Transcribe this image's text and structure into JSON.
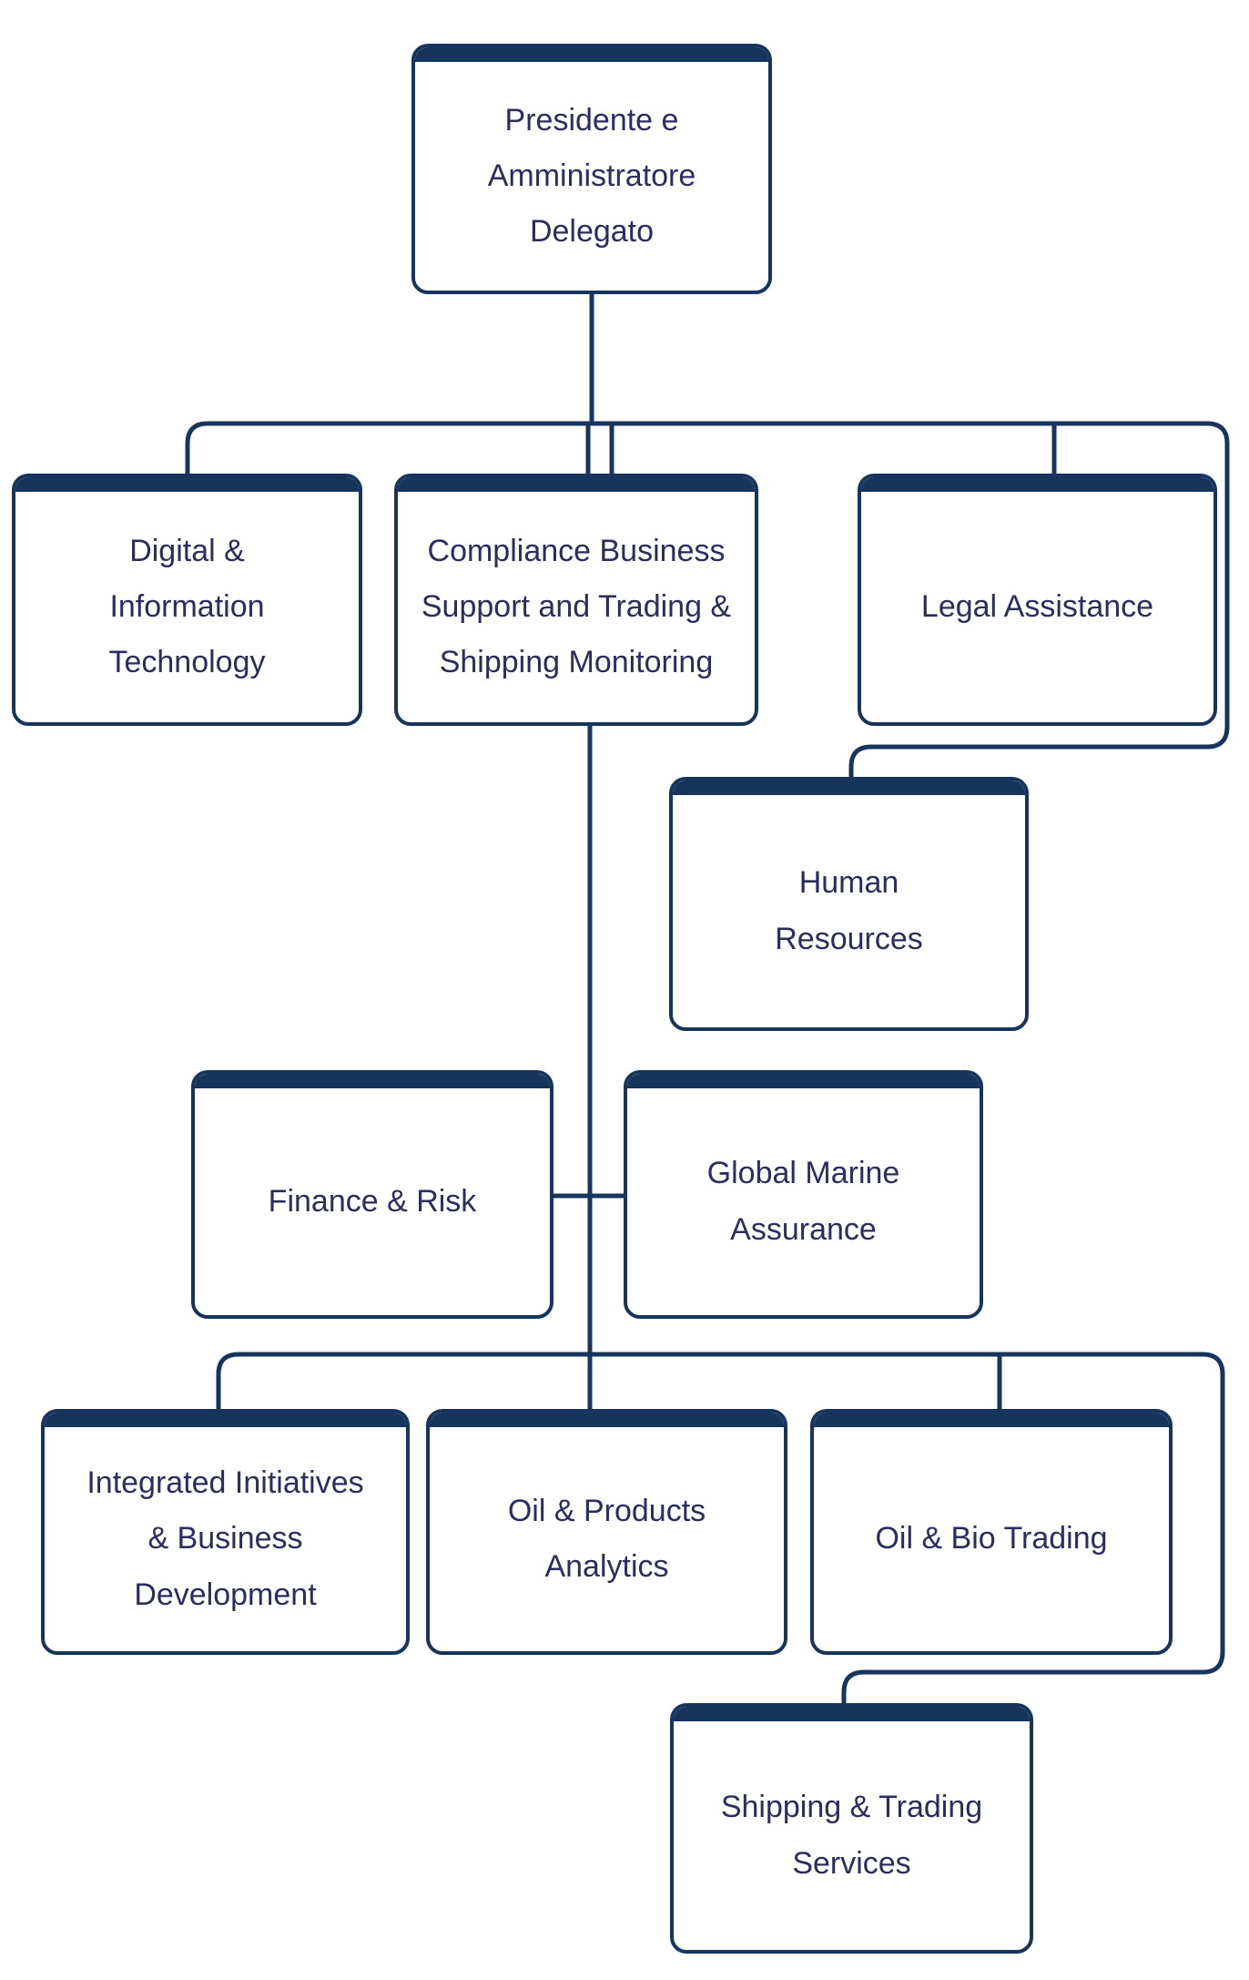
{
  "colors": {
    "line_navy": "#17355C",
    "header_bar_navy": "#17355C",
    "text_indigo": "#2A2D5E",
    "background": "#FFFFFF"
  },
  "org_chart": {
    "type": "org-chart",
    "nodes": [
      {
        "id": "presidente",
        "label": "Presidente e\nAmministratore\nDelegato"
      },
      {
        "id": "digital-information-technology",
        "label": "Digital &\nInformation\nTechnology"
      },
      {
        "id": "compliance-business-support",
        "label": "Compliance Business\nSupport and Trading &\nShipping Monitoring"
      },
      {
        "id": "legal-assistance",
        "label": "Legal Assistance"
      },
      {
        "id": "human-resources",
        "label": "Human\nResources"
      },
      {
        "id": "finance-risk",
        "label": "Finance & Risk"
      },
      {
        "id": "global-marine-assurance",
        "label": "Global Marine\nAssurance"
      },
      {
        "id": "integrated-initiatives",
        "label": "Integrated Initiatives\n& Business\nDevelopment"
      },
      {
        "id": "oil-products-analytics",
        "label": "Oil & Products\nAnalytics"
      },
      {
        "id": "oil-bio-trading",
        "label": "Oil & Bio Trading"
      },
      {
        "id": "shipping-trading-services",
        "label": "Shipping & Trading\nServices"
      }
    ],
    "edges": [
      {
        "from": "presidente",
        "to": "digital-information-technology"
      },
      {
        "from": "presidente",
        "to": "compliance-business-support"
      },
      {
        "from": "presidente",
        "to": "legal-assistance"
      },
      {
        "from": "presidente",
        "to": "human-resources"
      },
      {
        "from": "compliance-business-support",
        "to": "finance-risk"
      },
      {
        "from": "compliance-business-support",
        "to": "global-marine-assurance"
      },
      {
        "from": "compliance-business-support",
        "to": "integrated-initiatives"
      },
      {
        "from": "compliance-business-support",
        "to": "oil-products-analytics"
      },
      {
        "from": "compliance-business-support",
        "to": "oil-bio-trading"
      },
      {
        "from": "compliance-business-support",
        "to": "shipping-trading-services"
      }
    ]
  }
}
